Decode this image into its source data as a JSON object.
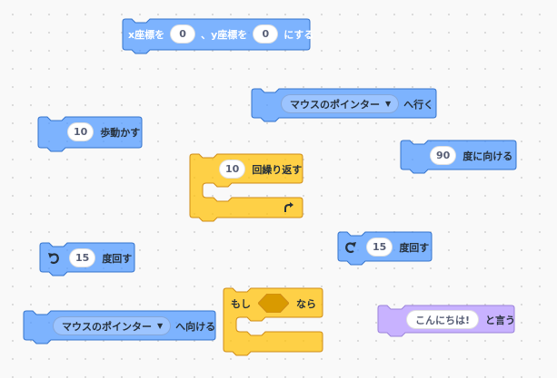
{
  "colors": {
    "motion": "#4c97ff",
    "motion_light": "#7fb2ff",
    "motion_border": "#3373cc",
    "control": "#ffbf00",
    "control_light": "#ffc24a",
    "control_border": "#cf8b17",
    "looks": "#c8b2ff",
    "looks_border": "#9b82d9"
  },
  "blocks": {
    "goto_xy": {
      "label1": "x座標を",
      "x": "0",
      "label2": "、y座標を",
      "y": "0",
      "label3": "にする"
    },
    "goto_target": {
      "menu": "マウスのポインター",
      "label": "へ行く"
    },
    "move_steps": {
      "steps": "10",
      "label": "歩動かす"
    },
    "repeat": {
      "count": "10",
      "label": "回繰り返す",
      "loop_icon": "loop-arrow-icon"
    },
    "point_direction": {
      "degrees": "90",
      "label": "度に向ける"
    },
    "turn_left": {
      "icon": "rotate-left-icon",
      "degrees": "15",
      "label": "度回す"
    },
    "turn_right": {
      "icon": "rotate-right-icon",
      "degrees": "15",
      "label": "度回す"
    },
    "point_towards": {
      "menu": "マウスのポインター",
      "label": "へ向ける"
    },
    "if_then": {
      "label1": "もし",
      "label2": "なら"
    },
    "say": {
      "message": "こんにちは!",
      "label": "と言う"
    }
  }
}
